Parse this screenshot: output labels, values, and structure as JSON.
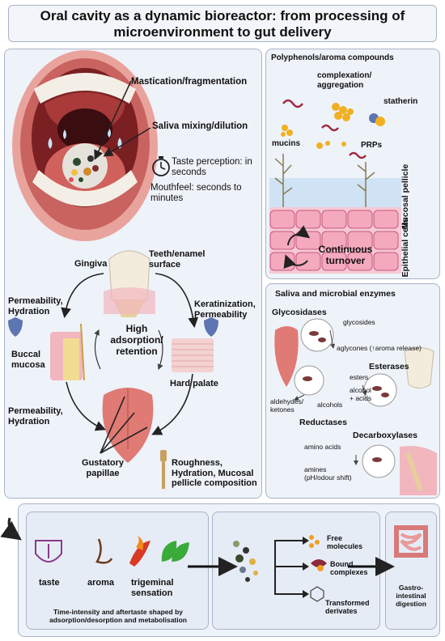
{
  "title": "Oral cavity as a dynamic bioreactor: from processing of microenvironment to gut delivery",
  "mouth": {
    "mastication": "Mastication/fragmentation",
    "saliva_mixing": "Saliva mixing/dilution",
    "taste_perception": "Taste perception: in seconds",
    "mouthfeel": "Mouthfeel: seconds to minutes"
  },
  "tissues": {
    "gingiva": "Gingiva",
    "teeth": "Teeth/enamel surface",
    "permeability_hydration_1": "Permeability, Hydration",
    "keratinization": "Keratinization, Permeability",
    "high_adsorption": "High adsorption/ retention",
    "buccal": "Buccal mucosa",
    "hard_palate": "Hard palate",
    "permeability_hydration_2": "Permeability, Hydration",
    "gustatory": "Gustatory papillae",
    "roughness": "Roughness, Hydration, Mucosal pellicle composition"
  },
  "pellicle": {
    "polyphenols": "Polyphenols/aroma compounds",
    "complexation": "complexation/ aggregation",
    "statherin": "statherin",
    "mucins": "mucins",
    "prps": "PRPs",
    "mucosal_pellicle": "Mucosal pellicle",
    "epithelial_cells": "Epithelial cells",
    "continuous_turnover": "Continuous turnover"
  },
  "enzymes": {
    "heading": "Saliva and microbial enzymes",
    "glycosidases": "Glycosidases",
    "glycosides": "glycosides",
    "aglycones": "aglycones (↑aroma release)",
    "esterases": "Esterases",
    "esters": "esters",
    "alcohol_acids": "alcohol + acids",
    "aldehydes": "aldehydes/ ketones",
    "alcohols": "alcohols",
    "reductases": "Reductases",
    "decarboxylases": "Decarboxylases",
    "amino_acids": "amino acids",
    "amines": "amines (pH/odour shift)"
  },
  "bottom": {
    "taste": "taste",
    "aroma": "aroma",
    "trigeminal": "trigeminal sensation",
    "time_intensity": "Time-intensity and aftertaste shaped by adsorption/desorption and metabolisation",
    "free_molecules": "Free molecules",
    "bound_complexes": "Bound complexes",
    "transformed": "Transformed derivates",
    "gastro": "Gastro-intestinal digestion"
  },
  "colors": {
    "panel_bg": "#eef2f9",
    "panel_border": "#a9b4c8",
    "tongue": "#e07a74",
    "mucosa_pink": "#f2b6bf",
    "arrow": "#222222",
    "accent_blue": "#5d75b0"
  }
}
